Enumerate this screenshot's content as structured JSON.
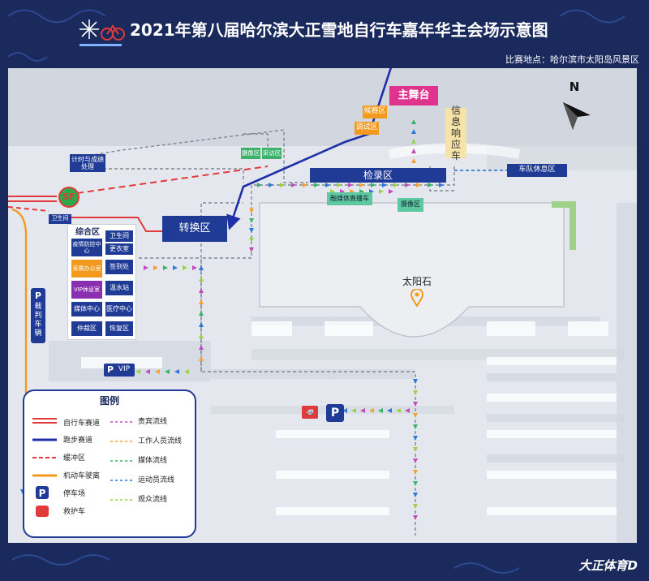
{
  "header": {
    "title": "2021年第八届哈尔滨大正雪地自行车嘉年华主会场示意图",
    "location": "比赛地点：哈尔滨市太阳岛风景区"
  },
  "map": {
    "north": "N",
    "start_finish": "SF",
    "zones": {
      "main_stage": "主舞台",
      "rest_area": "候赛区",
      "debug_area": "调试区",
      "response_car": "信息响应车",
      "timing": "计时与成绩处理",
      "team_rest": "车队休息区",
      "checkin": "检录区",
      "transition": "转换区",
      "photo1": "摄像区",
      "photo2": "采访区",
      "live_car": "融媒体直播车",
      "photo3": "摄像区",
      "bathroom_left": "卫生间",
      "complex_title": "综合区",
      "epidemic": "疫情防控中心",
      "office": "竞赛办公室",
      "vip_lounge": "VIP休息室",
      "media_center": "媒体中心",
      "judge": "仲裁区",
      "wc": "卫生间",
      "locker": "更衣室",
      "report": "签到处",
      "warm": "温水站",
      "medical": "医疗中心",
      "recovery": "恢复区",
      "sun_stone": "太阳石",
      "referee_parking": "裁判车辆",
      "vip_parking": "VIP"
    }
  },
  "legend": {
    "title": "图例",
    "items_left": [
      "自行车赛道",
      "跑步赛道",
      "缓冲区",
      "机动车驶离",
      "停车场",
      "救护车"
    ],
    "items_right": [
      "贵宾流线",
      "工作人员流线",
      "媒体流线",
      "运动员流线",
      "观众流线"
    ]
  },
  "colors": {
    "frame": "#1a2a5c",
    "ground": "#e4e8ee",
    "road_gray": "#cfd4dc",
    "blue_box": "#1f3b96",
    "main_stage": "#e0338e",
    "orange": "#f39a1e",
    "response_car": "#f6e3a8",
    "teal": "#5ec9a0",
    "purple": "#8a2fb0",
    "bike_track": "#e03a3a",
    "run_track": "#1f2fa8",
    "drive_off": "#f39a1e",
    "vip_flow": "#c04cc0",
    "staff_flow": "#f5a030",
    "media_flow": "#3ab26a",
    "athlete_flow": "#2a7ad8",
    "audience_flow": "#9bd14a"
  },
  "branding": {
    "logo": "大正体育D"
  }
}
